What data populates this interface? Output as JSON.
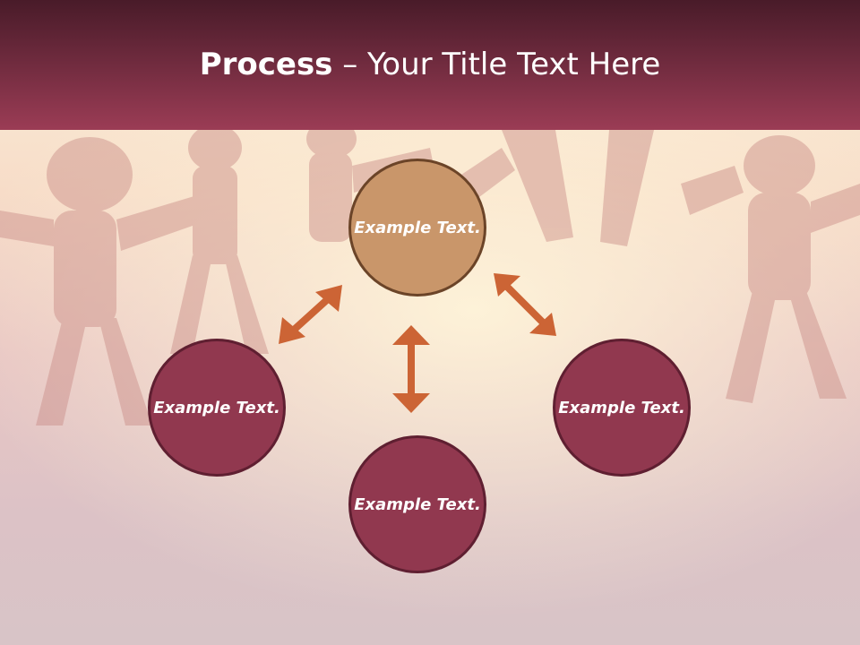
{
  "slide": {
    "title_bold": "Process",
    "title_rest": " – Your Title Text Here"
  },
  "diagram": {
    "nodes": [
      {
        "id": "top",
        "label": "Example Text."
      },
      {
        "id": "left",
        "label": "Example Text."
      },
      {
        "id": "bottom",
        "label": "Example Text."
      },
      {
        "id": "right",
        "label": "Example Text."
      }
    ]
  },
  "colors": {
    "header": "#6d2a3d",
    "top_node": "#c9966a",
    "side_nodes": "#91384f",
    "arrows": "#cc6435"
  },
  "background": {
    "image": "paper-people-chain-photo"
  }
}
